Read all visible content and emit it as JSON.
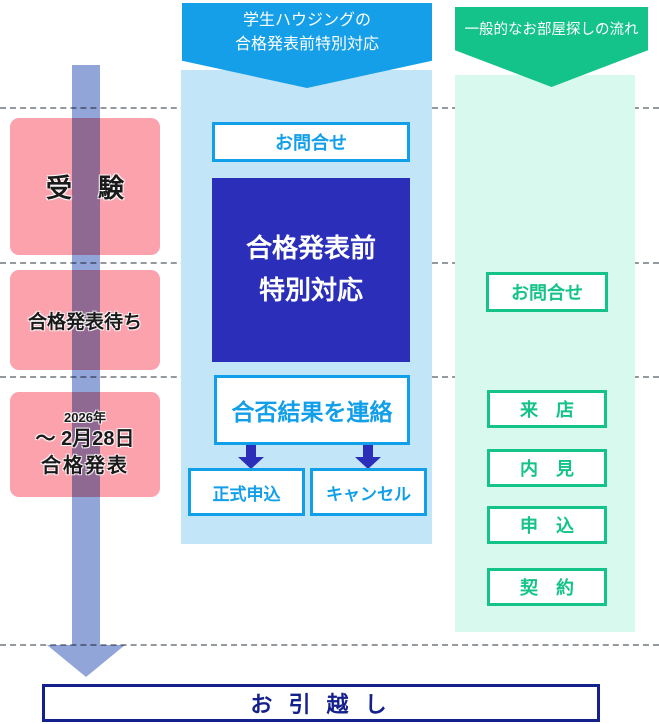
{
  "banners": {
    "special": {
      "line1": "学生ハウジングの",
      "line2": "合格発表前特別対応"
    },
    "general": {
      "label": "一般的なお部屋探しの流れ"
    }
  },
  "timeline": {
    "exam": "受　験",
    "waiting": "合格発表待ち",
    "announce_year": "2026年",
    "announce_date": "～ 2月28日",
    "announce_label": "合格発表"
  },
  "special_flow": {
    "inquiry": "お問合せ",
    "highlight": {
      "line1": "合格発表前",
      "line2": "特別対応"
    },
    "notify": "合否結果を連絡",
    "apply": "正式申込",
    "cancel": "キャンセル"
  },
  "general_flow": {
    "inquiry": "お問合せ",
    "steps": [
      {
        "label": "来　店"
      },
      {
        "label": "内　見"
      },
      {
        "label": "申　込"
      },
      {
        "label": "契　約"
      }
    ]
  },
  "footer": {
    "moving": "お 引 越 し"
  },
  "colors": {
    "blue_banner": "#149FE8",
    "panel_blue": "#C3E5F8",
    "accent_blue": "#129FEA",
    "deep_blue": "#2A2EB8",
    "green_banner": "#14C389",
    "panel_green": "#D8FAEE",
    "pink": "#FBA2AD",
    "arrow_periwinkle": "#91A5D8",
    "navy": "#14208C",
    "dash_gray": "#94999E"
  }
}
